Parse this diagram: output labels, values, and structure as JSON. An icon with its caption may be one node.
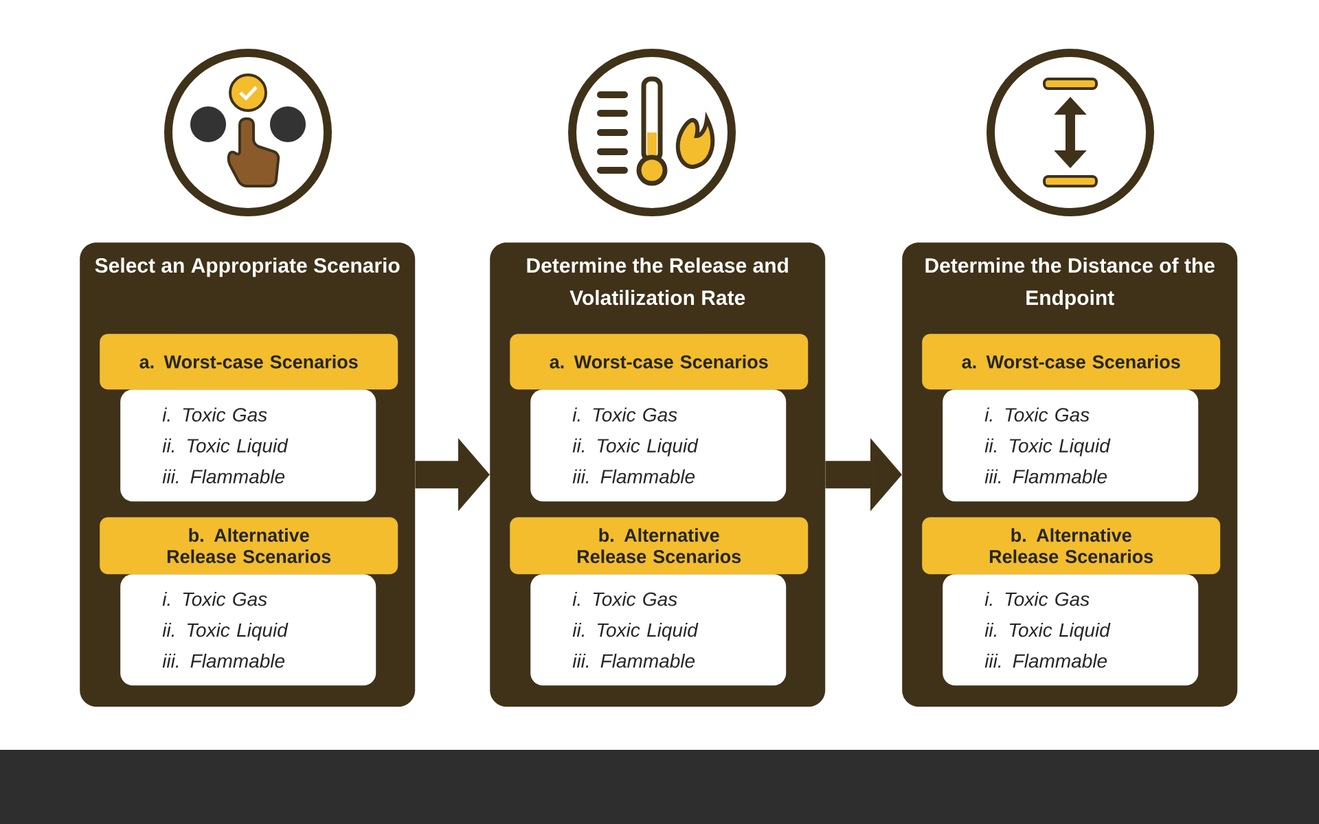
{
  "diagram": {
    "nodes": [
      {
        "text": [
          "Select an Appropriate Scenario"
        ]
      },
      {
        "text": [
          "a. Worst-case Scenarios"
        ],
        "in": 0
      },
      {
        "text": [
          "i. Toxic Gas",
          "ii. Toxic Liquid",
          "iii. Flammable"
        ],
        "in": 0
      },
      {
        "text": [
          "b. Alternative Release Scenarios"
        ],
        "in": 0
      },
      {
        "text": [
          "i. Toxic Gas",
          "ii. Toxic Liquid",
          "iii. Flammable"
        ],
        "in": 0
      },
      {
        "text": [
          "Determine the Release and Volatilization Rate"
        ]
      },
      {
        "text": [
          "a. Worst-case Scenarios"
        ],
        "in": 5
      },
      {
        "text": [
          "i. Toxic Gas",
          "ii. Toxic Liquid",
          "iii. Flammable"
        ],
        "in": 5
      },
      {
        "text": [
          "b. Alternative Release Scenarios"
        ],
        "in": 5
      },
      {
        "text": [
          "i. Toxic Gas",
          "ii. Toxic Liquid",
          "iii. Flammable"
        ],
        "in": 5
      },
      {
        "text": [
          "Determine the Distance of the Endpoint"
        ]
      },
      {
        "text": [
          "a. Worst-case Scenarios"
        ],
        "in": 10
      },
      {
        "text": [
          "i. Toxic Gas",
          "ii. Toxic Liquid",
          "iii. Flammable"
        ],
        "in": 10
      },
      {
        "text": [
          "b. Alternative Release Scenarios"
        ],
        "in": 10
      },
      {
        "text": [
          "i. Toxic Gas",
          "ii. Toxic Liquid",
          "iii. Flammable"
        ],
        "in": 10
      }
    ],
    "edges": [
      {
        "from": 0,
        "to": 5,
        "arrow": "to"
      },
      {
        "from": 5,
        "to": 10,
        "arrow": "to"
      }
    ]
  }
}
